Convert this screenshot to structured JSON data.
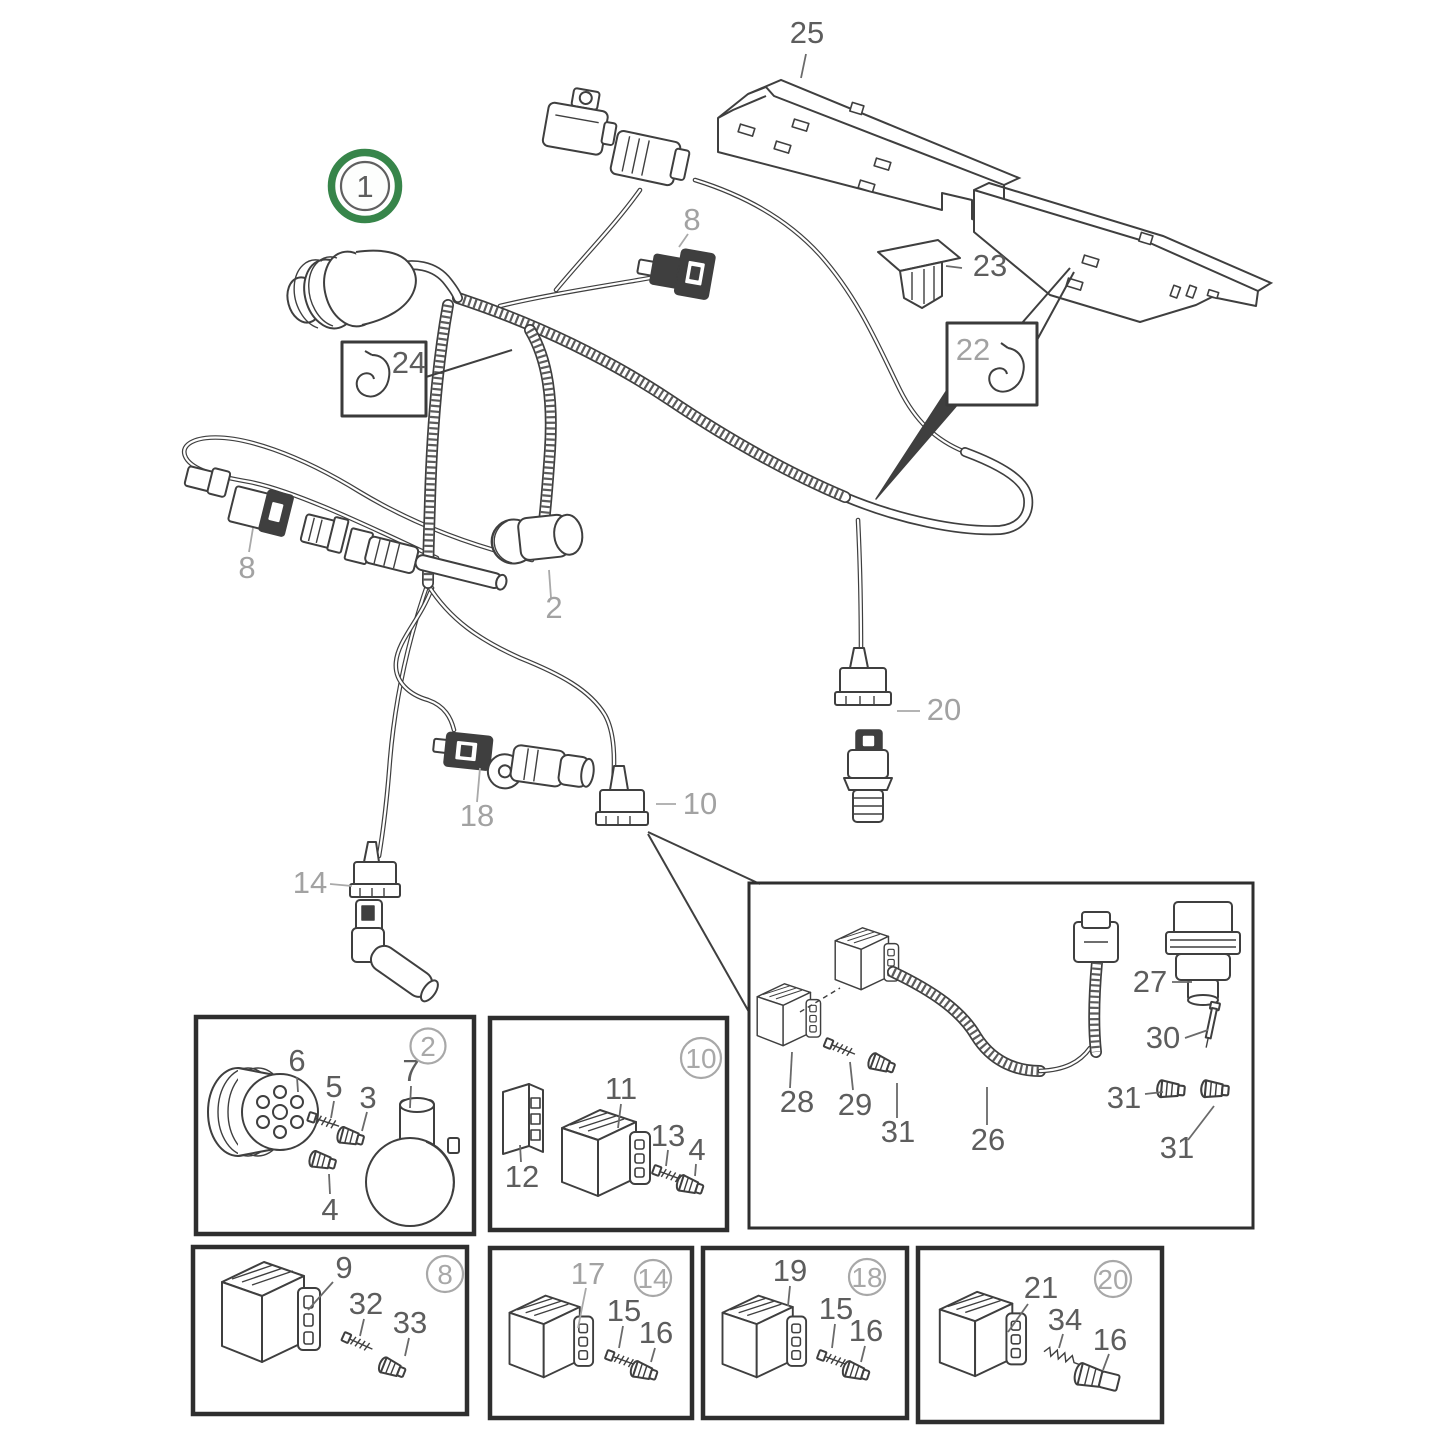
{
  "figure": {
    "type": "exploded-parts-diagram",
    "subject": "engine cable harness with connectors, sensors and mounting bracket",
    "selected_callout": "1"
  },
  "colors": {
    "background": "#ffffff",
    "line_art": "#3f3f3f",
    "label_gray": "#a2a2a2",
    "label_dark": "#5d5d5d",
    "selected_badge_ring": "#37854a"
  },
  "main": {
    "c1": "1",
    "c2": "2",
    "c8a": "8",
    "c8b": "8",
    "c10": "10",
    "c14": "14",
    "c18": "18",
    "c20": "20",
    "c22": "22",
    "c23": "23",
    "c24": "24",
    "c25": "25"
  },
  "box2": {
    "badge": "2",
    "p6": "6",
    "p5": "5",
    "p3": "3",
    "p4": "4",
    "p7": "7"
  },
  "box10": {
    "badge": "10",
    "p12": "12",
    "p11": "11",
    "p13": "13",
    "p4": "4"
  },
  "boxL": {
    "p28": "28",
    "p29": "29",
    "p31a": "31",
    "p26": "26",
    "p27": "27",
    "p30": "30",
    "p31b": "31",
    "p31c": "31"
  },
  "box8": {
    "badge": "8",
    "p9": "9",
    "p32": "32",
    "p33": "33"
  },
  "box14": {
    "badge": "14",
    "p17": "17",
    "p15": "15",
    "p16": "16"
  },
  "box18": {
    "badge": "18",
    "p19": "19",
    "p15": "15",
    "p16": "16"
  },
  "box20": {
    "badge": "20",
    "p21": "21",
    "p34": "34",
    "p16": "16"
  }
}
